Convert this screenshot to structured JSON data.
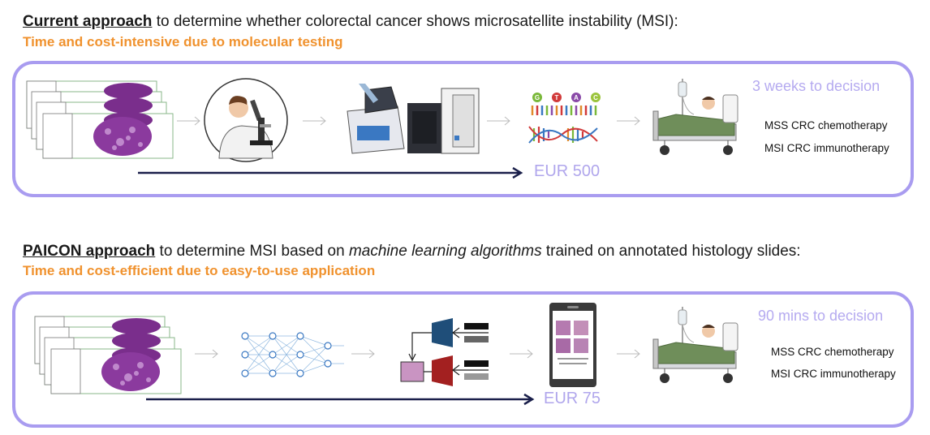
{
  "current": {
    "title_bold": "Current approach",
    "title_rest": " to determine whether colorectal cancer shows microsatellite instability (MSI):",
    "subtitle": "Time and cost-intensive due to molecular testing",
    "time": "3 weeks to decision",
    "cost": "EUR 500",
    "treat_mss": "MSS CRC chemotherapy",
    "treat_msi": "MSI CRC immunotherapy",
    "dna_letters": [
      "G",
      "T",
      "A",
      "C"
    ]
  },
  "paicon": {
    "title_bold": "PAICON approach",
    "title_mid": " to determine MSI based on ",
    "title_italic": "machine learning algorithms",
    "title_end": " trained on annotated histology slides:",
    "subtitle": "Time and cost-efficient due to easy-to-use application",
    "time": "90 mins to decision",
    "cost": "EUR 75",
    "treat_mss": "MSS CRC chemotherapy",
    "treat_msi": "MSI CRC immunotherapy"
  },
  "colors": {
    "panel_border": "#a99cf0",
    "subtitle": "#f0922e",
    "arrow": "#1a1f4a",
    "accent_text": "#b0a6ec"
  },
  "icons": [
    "histology-slides-icon",
    "pathologist-microscope-icon",
    "sequencer-machine-icon",
    "dna-icon",
    "patient-bed-icon",
    "neural-network-icon",
    "model-diagram-icon",
    "tablet-app-icon"
  ]
}
